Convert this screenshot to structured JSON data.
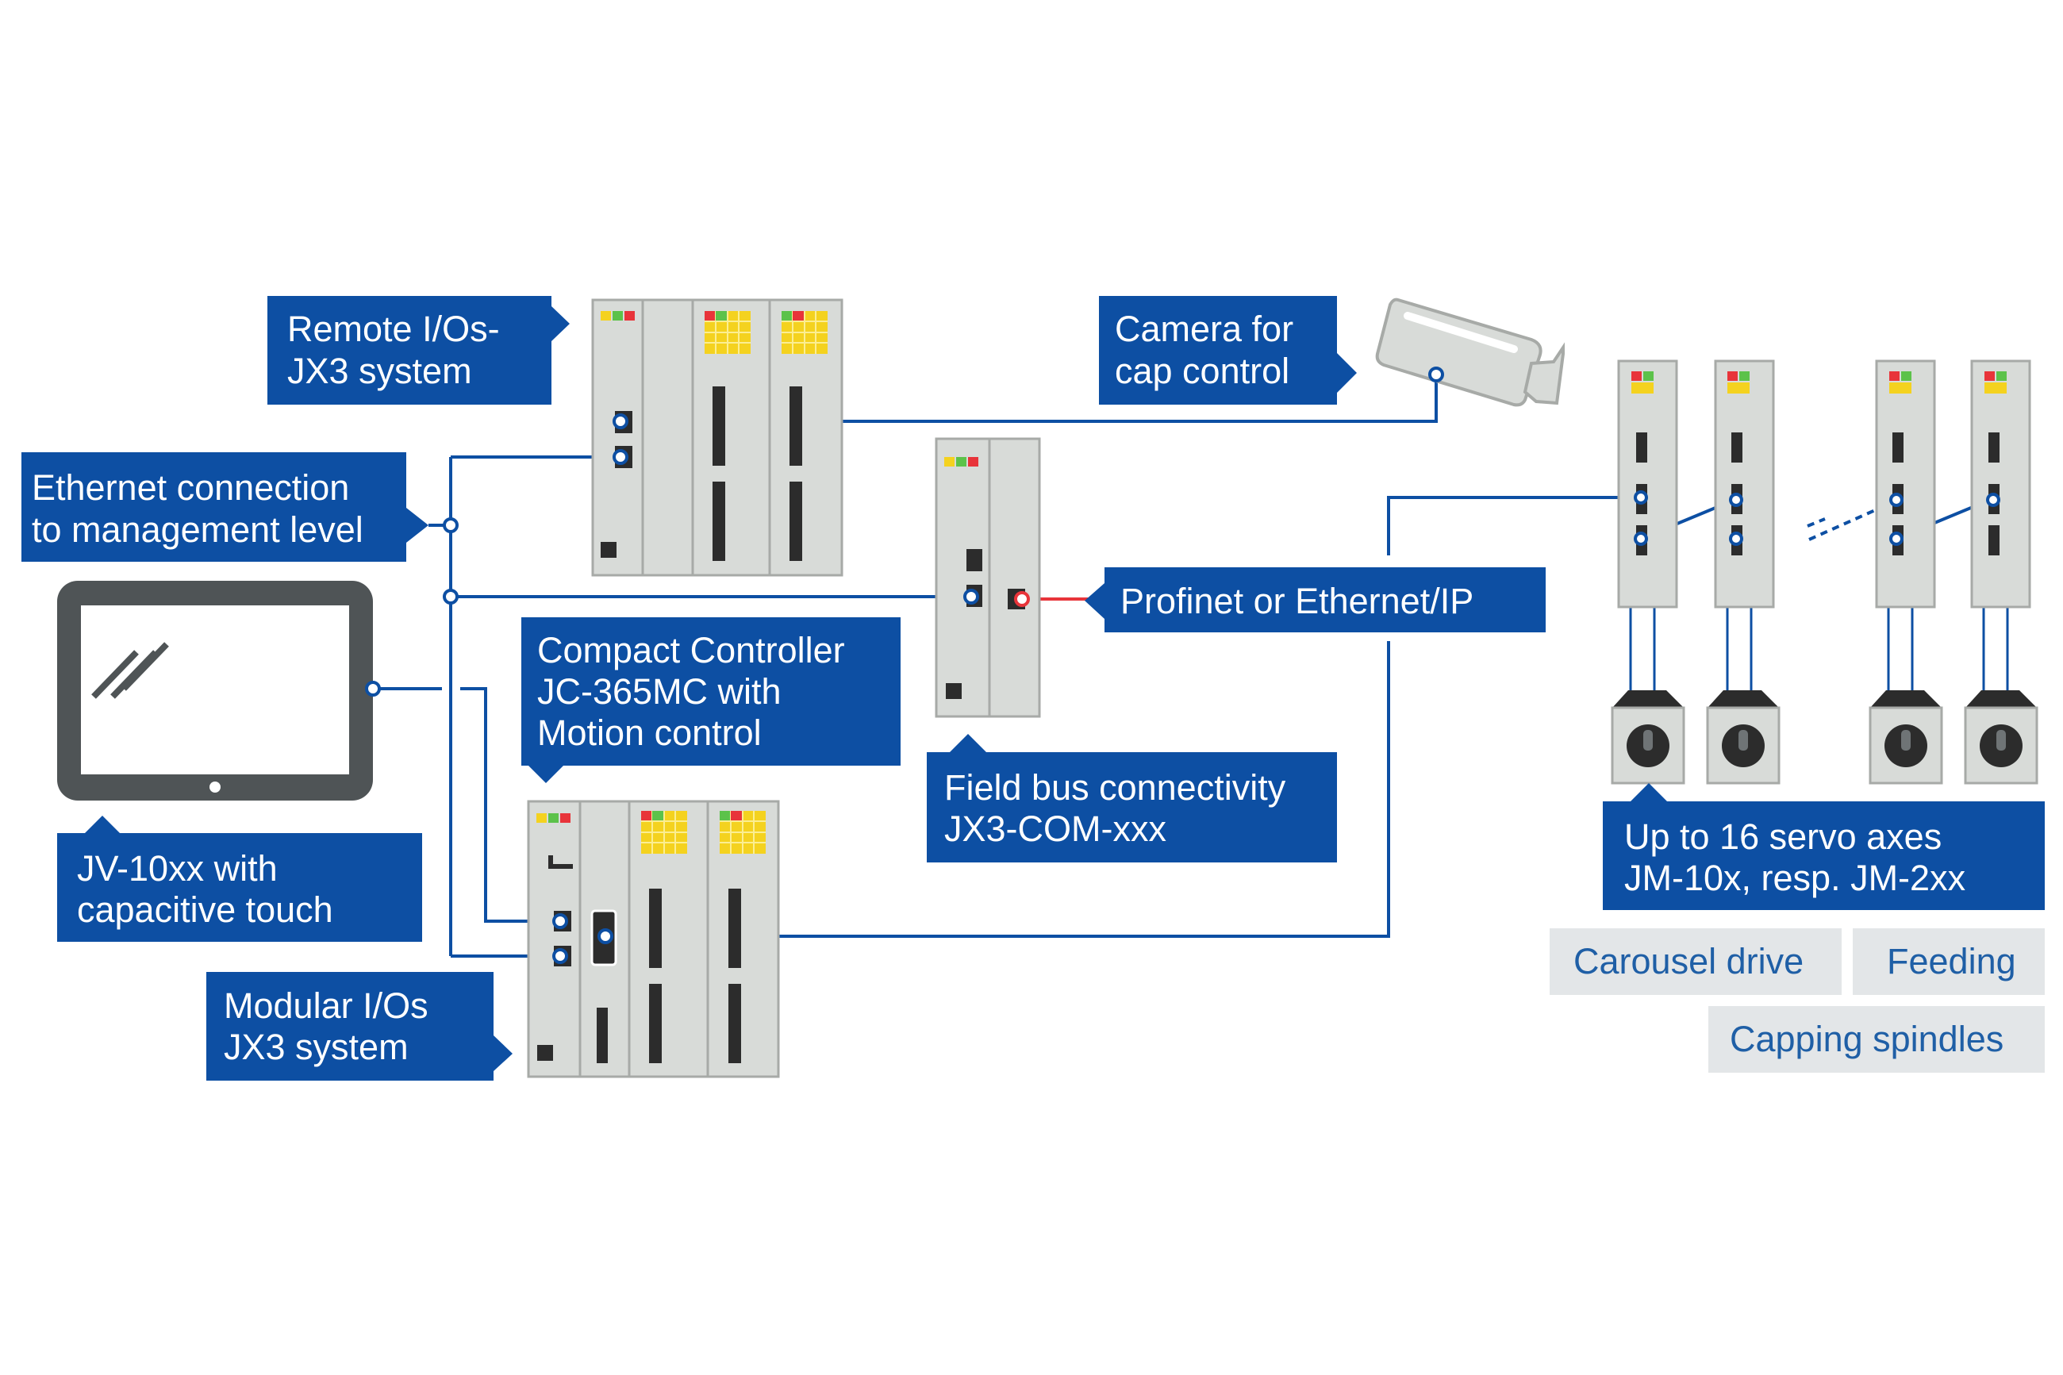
{
  "colors": {
    "label_bg": "#0d4fa3",
    "label_text": "#ffffff",
    "tag_bg": "#e3e6e8",
    "tag_text": "#1f5fa6",
    "module_fill": "#d8dbd8",
    "module_stroke": "#a7aaa7",
    "wire": "#0d4fa3",
    "fieldbus_wire": "#e8343a",
    "led_red": "#e8343a",
    "led_yellow": "#f4d21f",
    "led_green": "#5cc24a",
    "port": "#2c2c2c",
    "tablet": "#4f5456"
  },
  "labels": {
    "remote_io": [
      "Remote I/Os-",
      "JX3 system"
    ],
    "camera": [
      "Camera for",
      "cap control"
    ],
    "ethernet": [
      "Ethernet connection",
      "to management level"
    ],
    "profinet": [
      "Profinet or Ethernet/IP"
    ],
    "controller": [
      "Compact Controller",
      "JC-365MC with",
      "Motion control"
    ],
    "fieldbus": [
      "Field bus connectivity",
      "JX3-COM-xxx"
    ],
    "hmi": [
      "JV-10xx with",
      "capacitive touch"
    ],
    "modular_io": [
      "Modular I/Os",
      "JX3 system"
    ],
    "servo": [
      "Up to 16 servo axes",
      "JM-10x, resp. JM-2xx"
    ]
  },
  "tags": {
    "carousel": "Carousel drive",
    "feeding": "Feeding",
    "capping": "Capping spindles"
  },
  "icons": {
    "hmi": "tablet-icon",
    "camera": "camera-icon",
    "motor": "servo-motor-icon"
  }
}
